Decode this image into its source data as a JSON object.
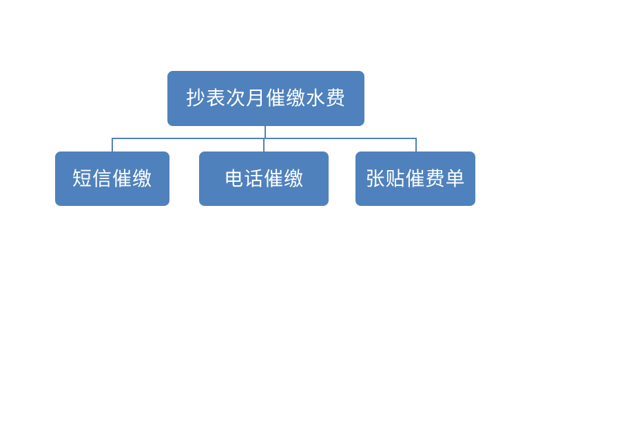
{
  "diagram": {
    "type": "org-chart",
    "root": {
      "label": "抄表次月催缴水费"
    },
    "children": [
      {
        "label": "短信催缴"
      },
      {
        "label": "电话催缴"
      },
      {
        "label": "张贴催费单"
      }
    ],
    "colors": {
      "node_fill": "#4f81bd",
      "node_text": "#ffffff",
      "connector_line": "#4f81bd",
      "background": "#ffffff"
    }
  }
}
